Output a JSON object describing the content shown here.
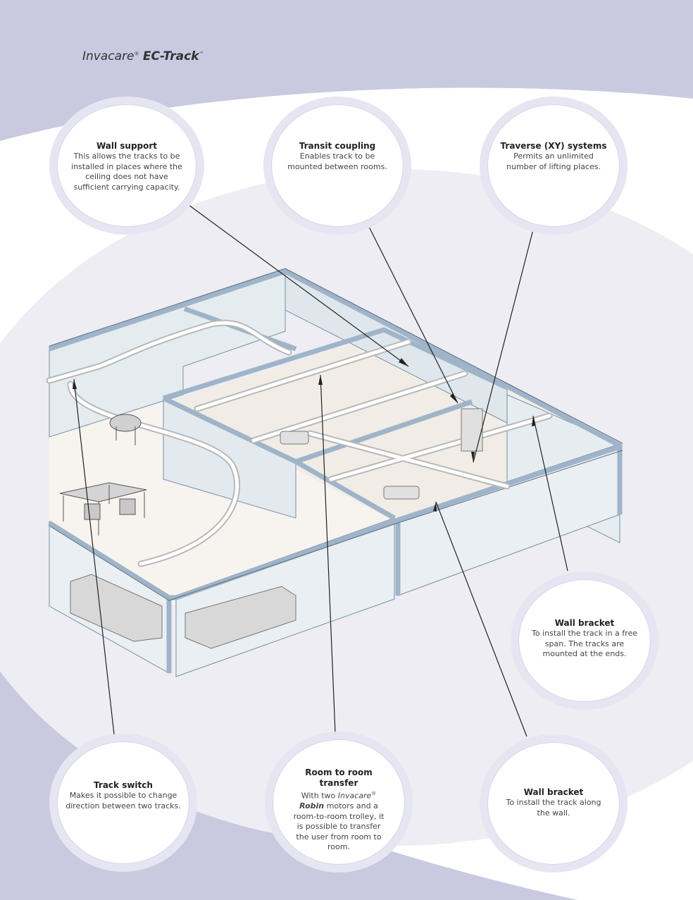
{
  "brand": {
    "company": "Invacare",
    "reg": "®",
    "product": "EC-Track",
    "tm": "™"
  },
  "callouts": {
    "wall_support": {
      "title": "Wall support",
      "description": "This allows the tracks to be installed in places where the ceiling does not have sufficient carrying capacity."
    },
    "transit_coupling": {
      "title": "Transit coupling",
      "description": "Enables track to be mounted between rooms."
    },
    "traverse": {
      "title": "Traverse (XY) systems",
      "description": "Permits an unlimited number of lifting places."
    },
    "wall_bracket_free": {
      "title": "Wall bracket",
      "description": "To install the track in a free span. The tracks are mounted at the ends."
    },
    "track_switch": {
      "title": "Track switch",
      "description": "Makes it possible to change direction between two tracks."
    },
    "room_transfer": {
      "title": "Room to room transfer",
      "desc_part1": "With two ",
      "desc_brand": "Invacare",
      "desc_reg": "®",
      "desc_product": "Robin",
      "desc_part2": " motors and a room-to-room trolley, it is possible to transfer the user from room to room."
    },
    "wall_bracket_along": {
      "title": "Wall bracket",
      "description": "To install the track along the wall."
    }
  },
  "colors": {
    "background": "#c9c9e0",
    "swoosh": "#ffffff",
    "oval": "#ededf3",
    "wall_top": "#9fb4c8",
    "wall_face": "#e2e9ee",
    "floor": "#f7f3ee"
  }
}
